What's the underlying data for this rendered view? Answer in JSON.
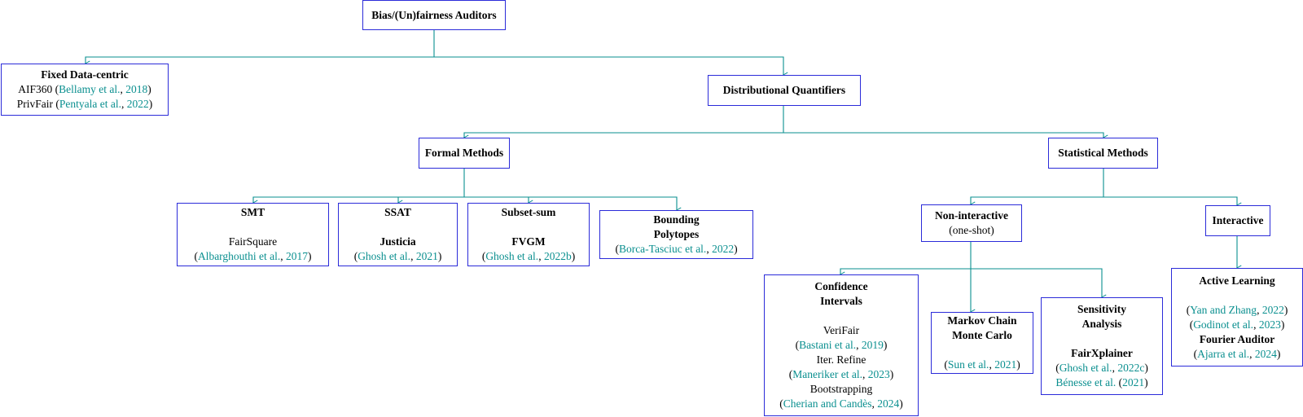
{
  "colors": {
    "box_border": "#2b2bd9",
    "edge": "#0a8f8f",
    "citation": "#0a8f8f"
  },
  "nodes": {
    "root": {
      "title": "Bias/(Un)fairness Auditors"
    },
    "fixed": {
      "title": "Fixed Data-centric",
      "refs": [
        {
          "pre": "AIF360 (",
          "cite": "Bellamy et al.",
          "sep": ", ",
          "year": "2018",
          "post": ")"
        },
        {
          "pre": "PrivFair (",
          "cite": "Pentyala et al.",
          "sep": ", ",
          "year": "2022",
          "post": ")"
        }
      ]
    },
    "dist": {
      "title": "Distributional Quantifiers"
    },
    "formal": {
      "title": "Formal Methods"
    },
    "stat": {
      "title": "Statistical Methods"
    },
    "smt": {
      "title": "SMT",
      "tool": "FairSquare",
      "ref": {
        "pre": "(",
        "cite": "Albarghouthi et al.",
        "sep": ", ",
        "year": "2017",
        "post": ")"
      }
    },
    "ssat": {
      "title": "SSAT",
      "tool": "Justicia",
      "ref": {
        "pre": "(",
        "cite": "Ghosh et al.",
        "sep": ", ",
        "year": "2021",
        "post": ")"
      }
    },
    "subset": {
      "title": "Subset-sum",
      "tool": "FVGM",
      "ref": {
        "pre": "(",
        "cite": "Ghosh et al.",
        "sep": ", ",
        "year": "2022b",
        "post": ")"
      }
    },
    "bounding": {
      "title1": "Bounding",
      "title2": "Polytopes",
      "ref": {
        "pre": "(",
        "cite": "Borca-Tasciuc et al.",
        "sep": ", ",
        "year": "2022",
        "post": ")"
      }
    },
    "nonint": {
      "title": "Non-interactive",
      "subtitle": "(one-shot)"
    },
    "inter": {
      "title": "Interactive"
    },
    "conf": {
      "title1": "Confidence",
      "title2": "Intervals",
      "items": [
        {
          "name": "VeriFair",
          "ref": {
            "pre": "(",
            "cite": "Bastani et al.",
            "sep": ", ",
            "year": "2019",
            "post": ")"
          }
        },
        {
          "name": "Iter. Refine",
          "ref": {
            "pre": "(",
            "cite": "Maneriker et al.",
            "sep": ", ",
            "year": "2023",
            "post": ")"
          }
        },
        {
          "name": "Bootstrapping",
          "ref": {
            "pre": "(",
            "cite": "Cherian and Candès",
            "sep": ", ",
            "year": "2024",
            "post": ")"
          }
        }
      ]
    },
    "mcmc": {
      "title1": "Markov Chain",
      "title2": "Monte Carlo",
      "ref": {
        "pre": "(",
        "cite": "Sun et al.",
        "sep": ", ",
        "year": "2021",
        "post": ")"
      }
    },
    "sens": {
      "title1": "Sensitivity",
      "title2": "Analysis",
      "tool": "FairXplainer",
      "refs": [
        {
          "pre": "(",
          "cite": "Ghosh et al.",
          "sep": ", ",
          "year": "2022c",
          "post": ")"
        },
        {
          "pre": "",
          "cite": "Bénesse et al.",
          "sep": " (",
          "year": "2021",
          "post": ")"
        }
      ]
    },
    "active": {
      "title": "Active Learning",
      "refs": [
        {
          "pre": "(",
          "cite": "Yan and Zhang",
          "sep": ", ",
          "year": "2022",
          "post": ")"
        },
        {
          "pre": "(",
          "cite": "Godinot et al.",
          "sep": ", ",
          "year": "2023",
          "post": ")"
        }
      ],
      "tool": "Fourier Auditor",
      "ref": {
        "pre": "(",
        "cite": "Ajarra et al.",
        "sep": ", ",
        "year": "2024",
        "post": ")"
      }
    }
  }
}
